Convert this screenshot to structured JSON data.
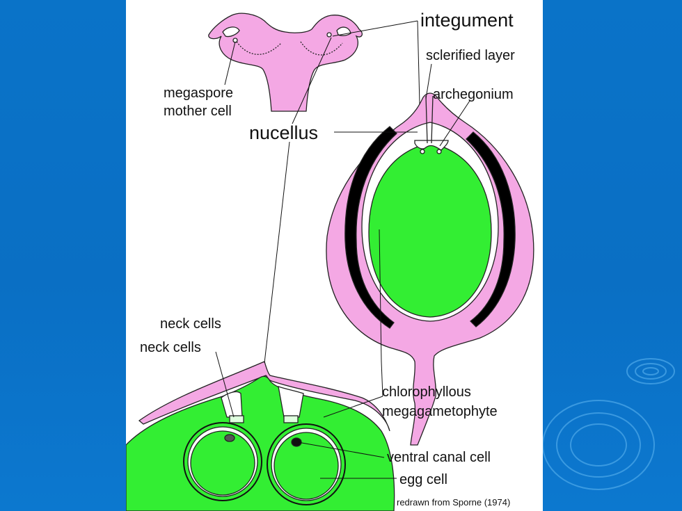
{
  "labels": {
    "integument": "integument",
    "sclerified_layer": "sclerified layer",
    "archegonium": "archegonium",
    "megaspore_line1": "megaspore",
    "megaspore_line2": "mother cell",
    "nucellus": "nucellus",
    "neck_cells_1": "neck cells",
    "neck_cells_2": "neck cells",
    "chloro_line1": "chlorophyllous",
    "chloro_line2": "megagametophyte",
    "ventral_canal_cell": "ventral canal cell",
    "egg_cell": "egg cell",
    "credit": "redrawn from Sporne (1974)"
  },
  "colors": {
    "background": "#0a6fc4",
    "panel": "#ffffff",
    "pink_tissue": "#f4a8e4",
    "green_tissue": "#33ee33",
    "sclerified": "#000000",
    "ripple": "#4aa6e8"
  }
}
